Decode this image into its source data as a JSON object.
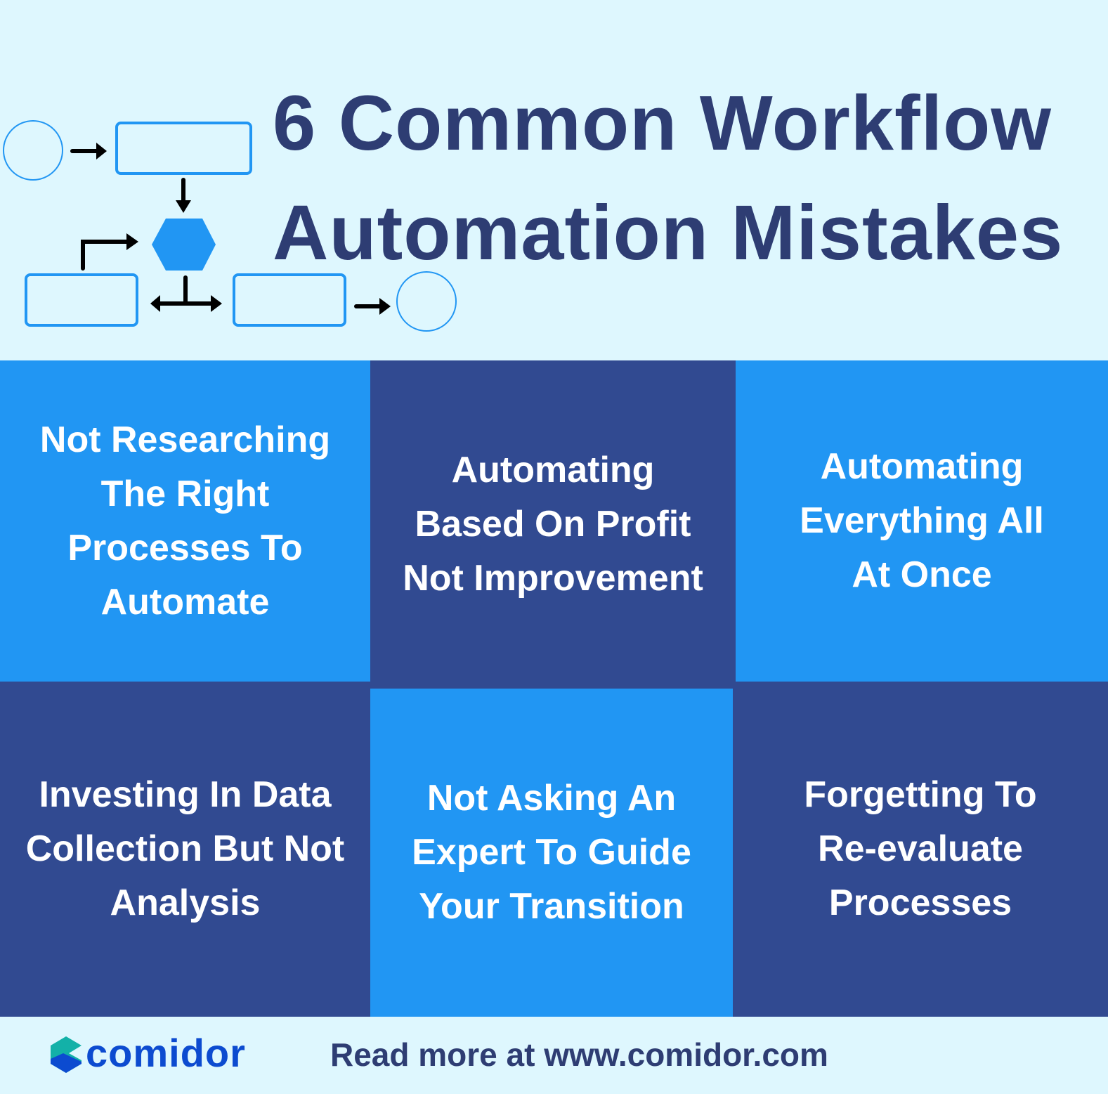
{
  "title": {
    "line1": "6 Common Workflow",
    "line2": "Automation Mistakes"
  },
  "mistakes": [
    "Not Researching The Right Processes To Automate",
    "Automating Based On Profit Not Improvement",
    "Automating Everything All At Once",
    "Investing In Data Collection But Not Analysis",
    "Not Asking An Expert To Guide Your Transition",
    "Forgetting To Re-evaluate Processes"
  ],
  "footer": {
    "brand": "comidor",
    "cta": "Read more at www.comidor.com"
  },
  "colors": {
    "background": "#DEF7FE",
    "light_cell": "#2196F3",
    "dark_cell": "#314A91",
    "title": "#2E3D73",
    "brand": "#0C4BD0"
  },
  "icons": [
    "flowchart-diagram",
    "comidor-logo-hexagon"
  ]
}
